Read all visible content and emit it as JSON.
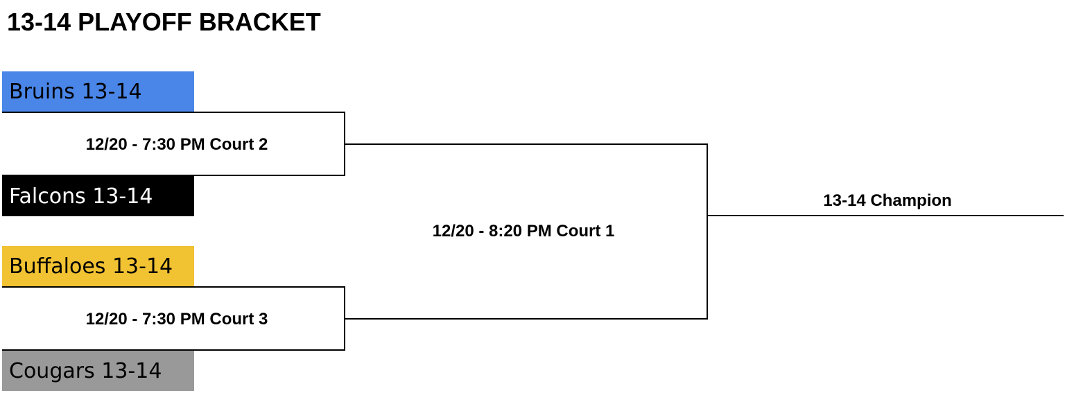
{
  "title": "13-14 PLAYOFF BRACKET",
  "teams": [
    {
      "name": "Bruins 13-14",
      "bg": "#4a86e8",
      "fg": "#000000"
    },
    {
      "name": "Falcons 13-14",
      "bg": "#000000",
      "fg": "#ffffff"
    },
    {
      "name": "Buffaloes 13-14",
      "bg": "#f1c232",
      "fg": "#000000"
    },
    {
      "name": "Cougars 13-14",
      "bg": "#999999",
      "fg": "#000000"
    }
  ],
  "games": {
    "semifinal_1": "12/20 - 7:30 PM Court 2",
    "semifinal_2": "12/20 - 7:30 PM Court 3",
    "final": "12/20 - 8:20 PM Court 1"
  },
  "champion_label": "13-14 Champion"
}
